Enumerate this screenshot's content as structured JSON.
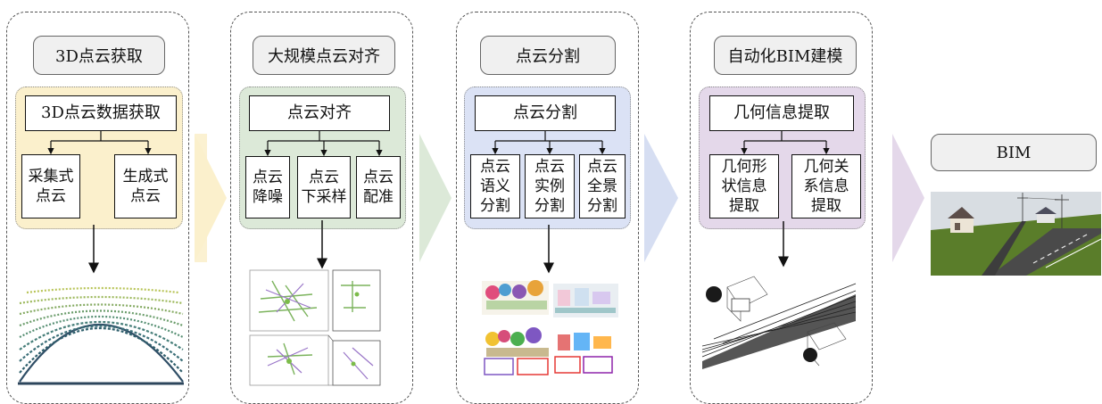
{
  "stages": [
    {
      "title": "3D点云获取",
      "main": "3D点云数据获取",
      "subs": [
        "采集式\n点云",
        "生成式\n点云"
      ]
    },
    {
      "title": "大规模点云对齐",
      "main": "点云对齐",
      "subs": [
        "点云\n降噪",
        "点云\n下采样",
        "点云\n配准"
      ]
    },
    {
      "title": "点云分割",
      "main": "点云分割",
      "subs": [
        "点云\n语义\n分割",
        "点云\n实例\n分割",
        "点云\n全景\n分割"
      ]
    },
    {
      "title": "自动化BIM建模",
      "main": "几何信息提取",
      "subs": [
        "几何形\n状信息\n提取",
        "几何关\n系信息\n提取"
      ]
    }
  ],
  "final": {
    "title": "BIM"
  },
  "colors": {
    "stage1": "#fbf0cc",
    "stage2": "#dce9d8",
    "stage3": "#dbe2f5",
    "stage4": "#e4d8ea"
  }
}
